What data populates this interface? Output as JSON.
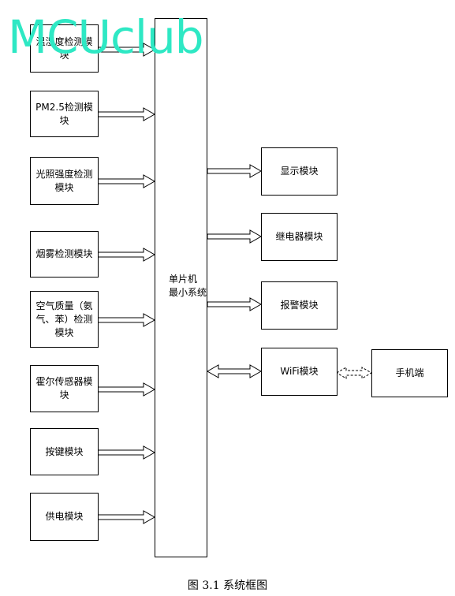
{
  "inputs": [
    {
      "id": "temp",
      "label": "温湿度检测模块"
    },
    {
      "id": "pm25",
      "label": "PM2.5检测模块"
    },
    {
      "id": "light",
      "label": "光照强度检测模块"
    },
    {
      "id": "smoke",
      "label": "烟雾检测模块"
    },
    {
      "id": "air",
      "label": "空气质量（氨气、苯）检测模块"
    },
    {
      "id": "hall",
      "label": "霍尔传感器模块"
    },
    {
      "id": "key",
      "label": "按键模块"
    },
    {
      "id": "power",
      "label": "供电模块"
    }
  ],
  "mcu": {
    "line1": "单片机",
    "line2": "最小系统"
  },
  "outputs": [
    {
      "id": "display",
      "label": "显示模块"
    },
    {
      "id": "relay",
      "label": "继电器模块"
    },
    {
      "id": "alarm",
      "label": "报警模块"
    },
    {
      "id": "wifi",
      "label": "WiFi模块"
    }
  ],
  "phone": {
    "label": "手机端"
  },
  "watermark": "MCUclub",
  "caption": "图 3.1  系统框图"
}
